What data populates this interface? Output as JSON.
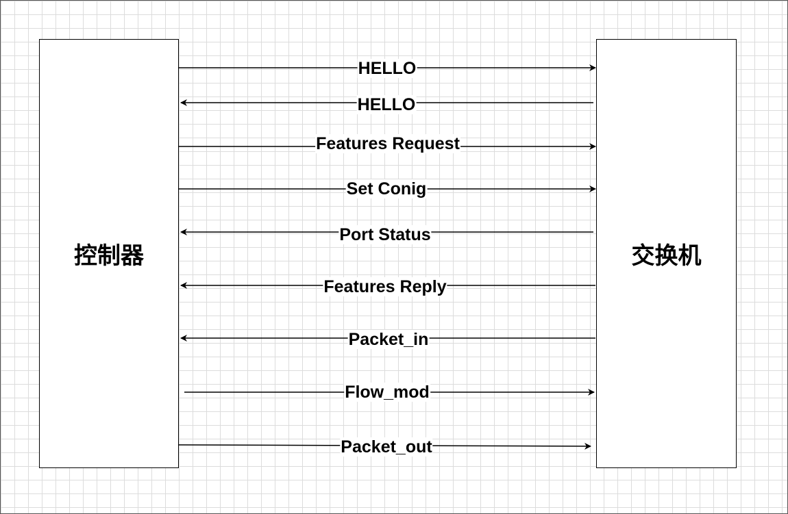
{
  "nodes": {
    "controller": {
      "label": "控制器"
    },
    "switch": {
      "label": "交换机"
    }
  },
  "messages": [
    {
      "label": "HELLO",
      "direction": "to-switch"
    },
    {
      "label": "HELLO",
      "direction": "to-controller"
    },
    {
      "label": "Features Request",
      "direction": "to-switch"
    },
    {
      "label": "Set Conig",
      "direction": "to-switch"
    },
    {
      "label": "Port Status",
      "direction": "to-controller"
    },
    {
      "label": "Features Reply",
      "direction": "to-controller"
    },
    {
      "label": "Packet_in",
      "direction": "to-controller"
    },
    {
      "label": "Flow_mod",
      "direction": "to-switch"
    },
    {
      "label": "Packet_out",
      "direction": "to-switch"
    }
  ]
}
